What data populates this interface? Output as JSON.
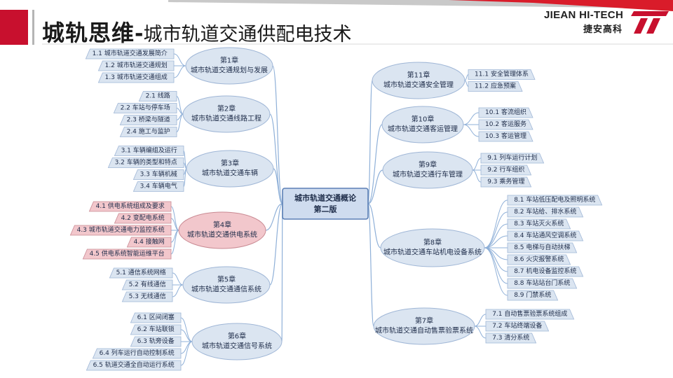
{
  "header": {
    "title_bold": "城轨思维",
    "title_sep": "-",
    "title_rest": "城市轨道交通供配电技术",
    "brand_en": "JIEAN HI-TECH",
    "brand_cn": "捷安高科"
  },
  "colors": {
    "accent_red": "#c8102e",
    "node_fill": "#dbe5f1",
    "node_stroke": "#9fb6d6",
    "highlight_fill": "#f2c7cc",
    "center_fill": "#cfdcef",
    "center_stroke": "#5b7fb5",
    "line_color": "#8fb0d8"
  },
  "center": {
    "line1": "城市轨道交通概论",
    "line2": "第二版"
  },
  "chapters": [
    {
      "id": "ch1",
      "side": "left",
      "title": "第1章",
      "subtitle": "城市轨道交通规划与发展",
      "highlight": false,
      "items": [
        "1.1 城市轨道交通发展简介",
        "1.2 城市轨道交通规划",
        "1.3 城市轨道交通组成"
      ]
    },
    {
      "id": "ch2",
      "side": "left",
      "title": "第2章",
      "subtitle": "城市轨道交通线路工程",
      "highlight": false,
      "items": [
        "2.1 线路",
        "2.2 车站与停车场",
        "2.3 桥梁与隧道",
        "2.4 施工与监护"
      ]
    },
    {
      "id": "ch3",
      "side": "left",
      "title": "第3章",
      "subtitle": "城市轨道交通车辆",
      "highlight": false,
      "items": [
        "3.1 车辆编组及运行",
        "3.2 车辆的类型和特点",
        "3.3 车辆机械",
        "3.4 车辆电气"
      ]
    },
    {
      "id": "ch4",
      "side": "left",
      "title": "第4章",
      "subtitle": "城市轨道交通供电系统",
      "highlight": true,
      "items": [
        "4.1 供电系统组成及要求",
        "4.2 变配电系统",
        "4.3 城市轨道交通电力监控系统",
        "4.4 接触网",
        "4.5 供电系统智能运维平台"
      ]
    },
    {
      "id": "ch5",
      "side": "left",
      "title": "第5章",
      "subtitle": "城市轨道交通通信系统",
      "highlight": false,
      "items": [
        "5.1 通信系统网络",
        "5.2 有线通信",
        "5.3 无线通信"
      ]
    },
    {
      "id": "ch6",
      "side": "left",
      "title": "第6章",
      "subtitle": "城市轨道交通信号系统",
      "highlight": false,
      "items": [
        "6.1 区间闭塞",
        "6.2 车站联锁",
        "6.3 轨旁设备",
        "6.4 列车运行自动控制系统",
        "6.5 轨道交通全自动运行系统"
      ]
    },
    {
      "id": "ch11",
      "side": "right",
      "title": "第11章",
      "subtitle": "城市轨道交通安全管理",
      "highlight": false,
      "items": [
        "11.1 安全管理体系",
        "11.2 应急预案"
      ]
    },
    {
      "id": "ch10",
      "side": "right",
      "title": "第10章",
      "subtitle": "城市轨道交通客运管理",
      "highlight": false,
      "items": [
        "10.1 客流组织",
        "10.2 客运服务",
        "10.3 客运管理"
      ]
    },
    {
      "id": "ch9",
      "side": "right",
      "title": "第9章",
      "subtitle": "城市轨道交通行车管理",
      "highlight": false,
      "items": [
        "9.1 列车运行计划",
        "9.2 行车组织",
        "9.3 乘务管理"
      ]
    },
    {
      "id": "ch8",
      "side": "right",
      "title": "第8章",
      "subtitle": "城市轨道交通车站机电设备系统",
      "highlight": false,
      "items": [
        "8.1 车站低压配电及照明系统",
        "8.2 车站给、排水系统",
        "8.3 车站灭火系统",
        "8.4 车站通风空调系统",
        "8.5 电梯与自动扶梯",
        "8.6 火灾报警系统",
        "8.7 机电设备监控系统",
        "8.8 车站站台门系统",
        "8.9 门禁系统"
      ]
    },
    {
      "id": "ch7",
      "side": "right",
      "title": "第7章",
      "subtitle": "城市轨道交通自动售票验票系统",
      "highlight": false,
      "items": [
        "7.1 自动售票验票系统组成",
        "7.2 车站终端设备",
        "7.3 清分系统"
      ]
    }
  ]
}
